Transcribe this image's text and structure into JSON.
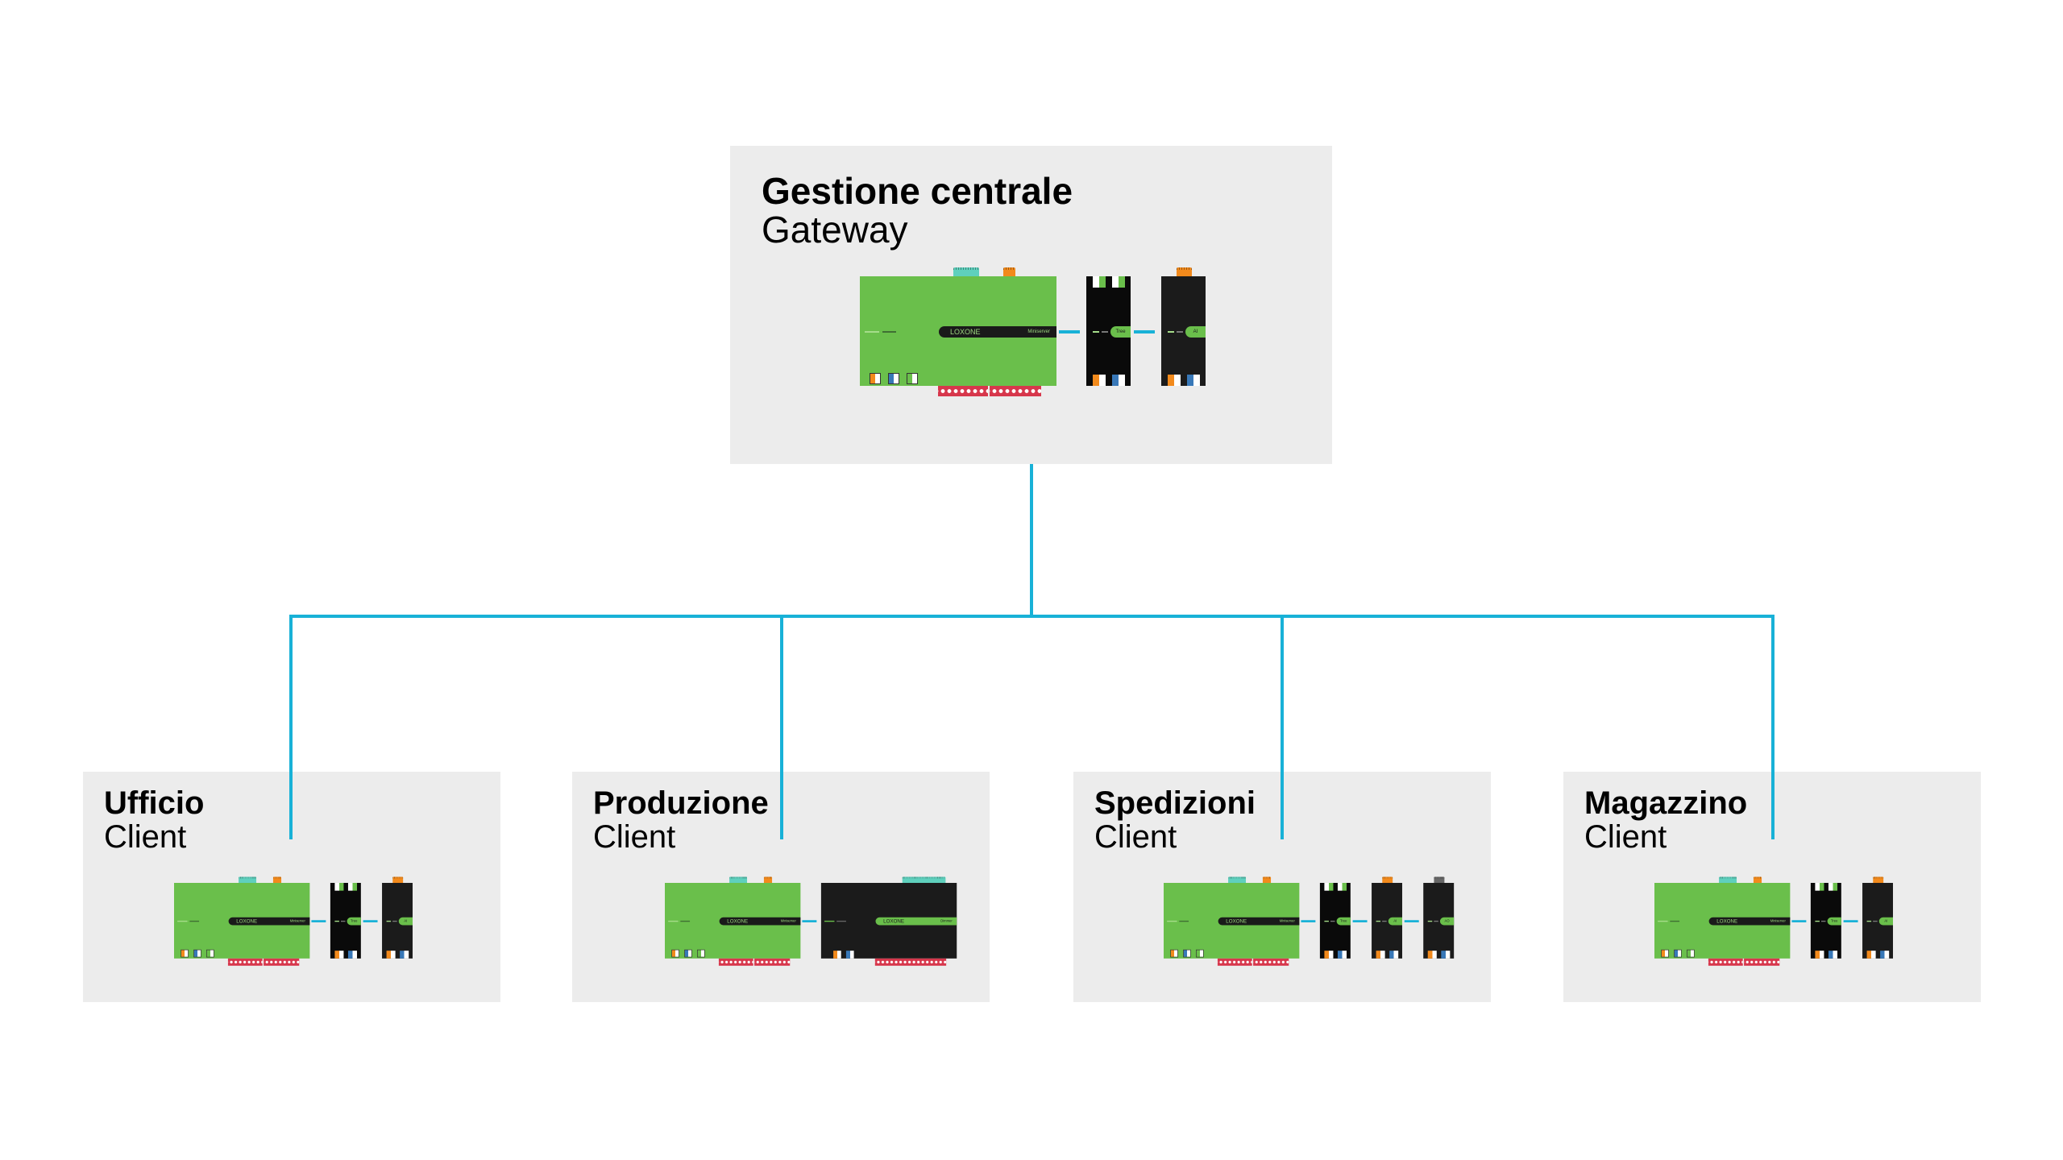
{
  "colors": {
    "line": "#18b1d7",
    "box": "#ececec",
    "miniserver": "#6abf4b",
    "terminal": "#d7374c"
  },
  "gateway": {
    "title": "Gestione centrale",
    "subtitle": "Gateway",
    "devices": [
      {
        "type": "miniserver",
        "brand": "LOXONE",
        "label": "Miniserver"
      },
      {
        "type": "tree",
        "label": "Tree"
      },
      {
        "type": "ai",
        "label": "AI"
      }
    ]
  },
  "clients": [
    {
      "title": "Ufficio",
      "subtitle": "Client",
      "devices": [
        {
          "type": "miniserver",
          "brand": "LOXONE",
          "label": "Miniserver"
        },
        {
          "type": "tree",
          "label": "Tree"
        },
        {
          "type": "ai",
          "label": "AI"
        }
      ]
    },
    {
      "title": "Produzione",
      "subtitle": "Client",
      "devices": [
        {
          "type": "miniserver",
          "brand": "LOXONE",
          "label": "Miniserver"
        },
        {
          "type": "big",
          "brand": "LOXONE",
          "label": "Dimmer"
        }
      ]
    },
    {
      "title": "Spedizioni",
      "subtitle": "Client",
      "devices": [
        {
          "type": "miniserver",
          "brand": "LOXONE",
          "label": "Miniserver"
        },
        {
          "type": "tree",
          "label": "Tree"
        },
        {
          "type": "ai",
          "label": "AI"
        },
        {
          "type": "ao",
          "label": "AO"
        }
      ]
    },
    {
      "title": "Magazzino",
      "subtitle": "Client",
      "devices": [
        {
          "type": "miniserver",
          "brand": "LOXONE",
          "label": "Miniserver"
        },
        {
          "type": "tree",
          "label": "Tree"
        },
        {
          "type": "ai",
          "label": "AI"
        }
      ]
    }
  ]
}
